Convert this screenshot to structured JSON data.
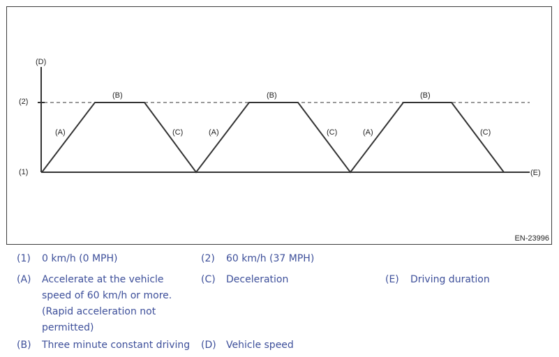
{
  "figure": {
    "axis_y_label": "(D)",
    "axis_x_label": "(E)",
    "level_low": "(1)",
    "level_high": "(2)",
    "segments": {
      "a": "(A)",
      "b": "(B)",
      "c": "(C)"
    },
    "code": "EN-23996"
  },
  "legend": {
    "l1": {
      "key": "(1)",
      "text": "0 km/h (0 MPH)"
    },
    "l2": {
      "key": "(2)",
      "text": "60 km/h (37 MPH)"
    },
    "lA": {
      "key": "(A)",
      "line1": "Accelerate at the vehicle",
      "line2": "speed of 60 km/h or more.",
      "line3": "(Rapid acceleration not",
      "line4": "permitted)"
    },
    "lC": {
      "key": "(C)",
      "text": "Deceleration"
    },
    "lE": {
      "key": "(E)",
      "text": "Driving duration"
    },
    "lB": {
      "key": "(B)",
      "text": "Three minute constant driving"
    },
    "lD": {
      "key": "(D)",
      "text": "Vehicle speed"
    }
  }
}
